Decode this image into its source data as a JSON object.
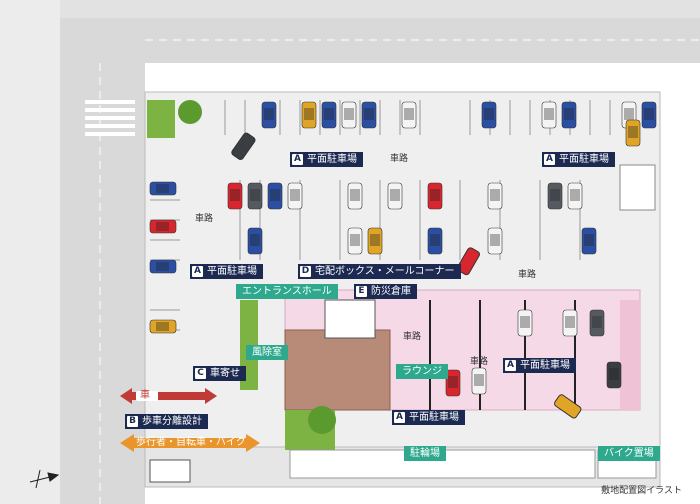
{
  "map": {
    "zones": [
      {
        "id": "flat-parking-nw",
        "badge": "A",
        "label": "平面駐車場",
        "style": "navy"
      },
      {
        "id": "flat-parking-ne",
        "badge": "A",
        "label": "平面駐車場",
        "style": "navy"
      },
      {
        "id": "flat-parking-w",
        "badge": "A",
        "label": "平面駐車場",
        "style": "navy"
      },
      {
        "id": "delivery-box",
        "badge": "D",
        "label": "宅配ボックス・メールコーナー",
        "style": "navy"
      },
      {
        "id": "disaster-storage",
        "badge": "E",
        "label": "防災倉庫",
        "style": "navy"
      },
      {
        "id": "car-drop",
        "badge": "C",
        "label": "車寄せ",
        "style": "navy"
      },
      {
        "id": "separation",
        "badge": "B",
        "label": "歩車分離設計",
        "style": "navy"
      },
      {
        "id": "flat-parking-in",
        "badge": "A",
        "label": "平面駐車場",
        "style": "navy"
      },
      {
        "id": "flat-parking-s",
        "badge": "A",
        "label": "平面駐車場",
        "style": "navy"
      }
    ],
    "teal_labels": {
      "entrance": "エントランスホール",
      "windbreak": "風除室",
      "lounge": "ラウンジ",
      "bicycle": "駐輪場",
      "bike_storage": "バイク置場"
    },
    "road_labels": [
      "車路",
      "車路",
      "車路",
      "車路",
      "車路"
    ],
    "arrows": {
      "car": "車",
      "pedestrian": "歩行者・自転車・バイク"
    },
    "north_symbol": "N",
    "caption": "敷地配置図イラスト",
    "car_colors": {
      "blue": "#2b4fa3",
      "yellow": "#e0a526",
      "white": "#f4f4f4",
      "red": "#d8262f",
      "gray": "#555a60",
      "dark": "#3a3d42"
    }
  }
}
